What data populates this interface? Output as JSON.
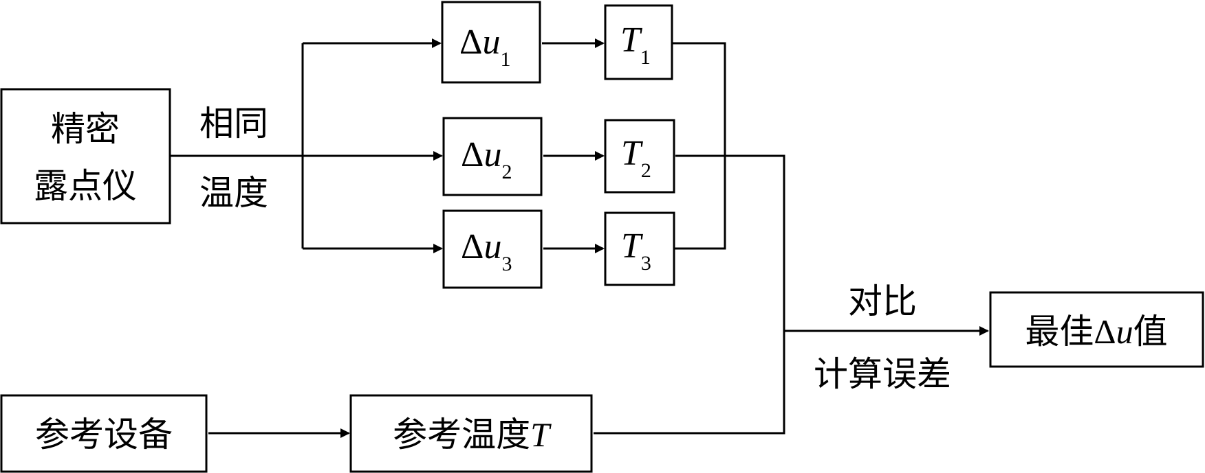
{
  "nodes": {
    "dewpoint": {
      "line1": "精密",
      "line2": "露点仪"
    },
    "du1": {
      "delta": "Δ",
      "var": "u",
      "sub": "1"
    },
    "du2": {
      "delta": "Δ",
      "var": "u",
      "sub": "2"
    },
    "du3": {
      "delta": "Δ",
      "var": "u",
      "sub": "3"
    },
    "t1": {
      "var": "T",
      "sub": "1"
    },
    "t2": {
      "var": "T",
      "sub": "2"
    },
    "t3": {
      "var": "T",
      "sub": "3"
    },
    "reference_device": {
      "label": "参考设备"
    },
    "reference_temp": {
      "label": "参考温度",
      "var": "T"
    },
    "best": {
      "prefix": "最佳",
      "delta": "Δ",
      "var": "u",
      "suffix": "值"
    }
  },
  "edge_labels": {
    "same_temp": {
      "line1": "相同",
      "line2": "温度"
    },
    "compare": {
      "line1": "对比",
      "line2": "计算误差"
    }
  }
}
